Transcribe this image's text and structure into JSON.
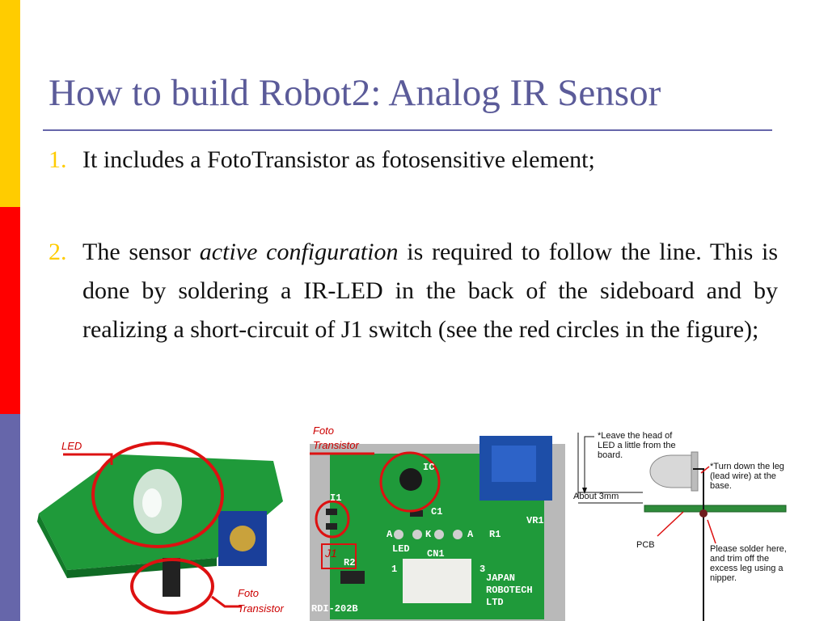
{
  "title": "How to build Robot2: Analog IR Sensor",
  "items": [
    {
      "number": "1.",
      "text": "It includes a FotoTransistor as fotosensitive  element;"
    },
    {
      "number": "2.",
      "text_before": "The sensor ",
      "text_italic": "active configuration",
      "text_after": " is required to follow the line. This is done by soldering a IR-LED in the back of the sideboard and by realizing a short-circuit of J1 switch (see the red circles in the figure);"
    }
  ],
  "figure1": {
    "label_led": "LED",
    "label_foto_1": "Foto",
    "label_foto_2": "Transistor"
  },
  "figure2": {
    "label_foto_1": "Foto",
    "label_foto_2": "Transistor",
    "label_j1": "J1",
    "silk_ic": "IC",
    "silk_c1": "C1",
    "silk_vr1": "VR1",
    "silk_r1": "R1",
    "silk_i1": "I1",
    "silk_a1": "A",
    "silk_a2": "A",
    "silk_k": "K",
    "silk_led": "LED",
    "silk_cn1": "CN1",
    "silk_r2": "R2",
    "silk_1": "1",
    "silk_3": "3",
    "silk_model": "RDI-202B",
    "silk_company_1": "JAPAN",
    "silk_company_2": "ROBOTECH",
    "silk_company_3": "LTD"
  },
  "figure3": {
    "note_leave_1": "*Leave the head of",
    "note_leave_2": "LED a little from the",
    "note_leave_3": "board.",
    "note_turn_1": "*Turn down the leg",
    "note_turn_2": "(lead wire) at the",
    "note_turn_3": "base.",
    "label_3mm": "About 3mm",
    "label_pcb": "PCB",
    "note_solder_1": "Please solder here,",
    "note_solder_2": "and trim off the",
    "note_solder_3": "excess leg using a",
    "note_solder_4": "nipper."
  },
  "colors": {
    "title": "#5b5b99",
    "bullet": "#ffcc00",
    "bar_yellow": "#ffcc00",
    "bar_red": "#ff0000",
    "bar_purple": "#6666aa",
    "pcb_green": "#1f9a3a",
    "marker_red": "#dd1111"
  }
}
